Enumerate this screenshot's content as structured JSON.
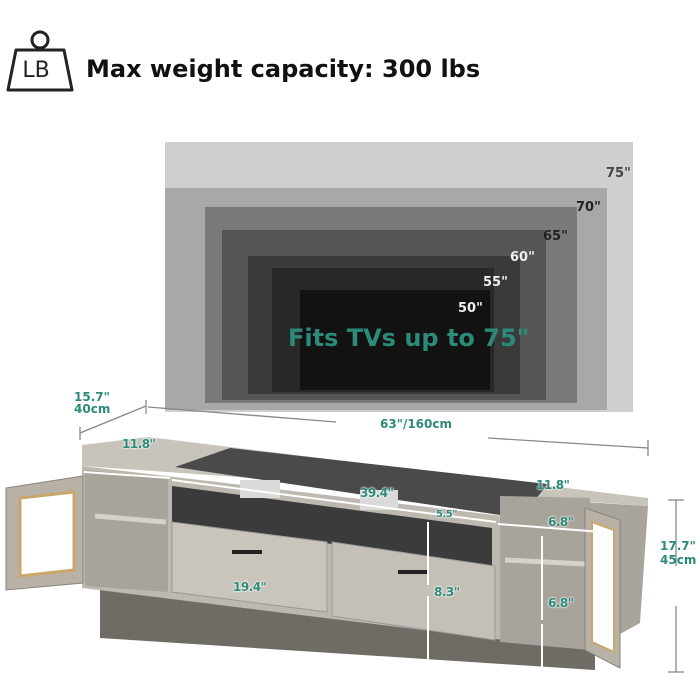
{
  "header": {
    "icon_label": "LB",
    "title": "Max weight capacity: 300 lbs"
  },
  "tv_sizes": [
    "75\"",
    "70\"",
    "65\"",
    "60\"",
    "55\"",
    "50\""
  ],
  "tv_caption": "Fits TVs up to 75\"",
  "dimensions": {
    "depth_in": "15.7\"",
    "depth_cm": "40cm",
    "width": "63\"/160cm",
    "height_in": "17.7\"",
    "height_cm": "45cm",
    "left_cabinet": "11.8\"",
    "center_top": "39.4\"",
    "right_cabinet": "11.8\"",
    "open_shelf": "5.5\"",
    "right_upper": "6.8\"",
    "drawer_width": "19.4\"",
    "drawer_height": "8.3\"",
    "right_lower": "6.8\""
  },
  "colors": {
    "accent": "#2b8a78"
  }
}
